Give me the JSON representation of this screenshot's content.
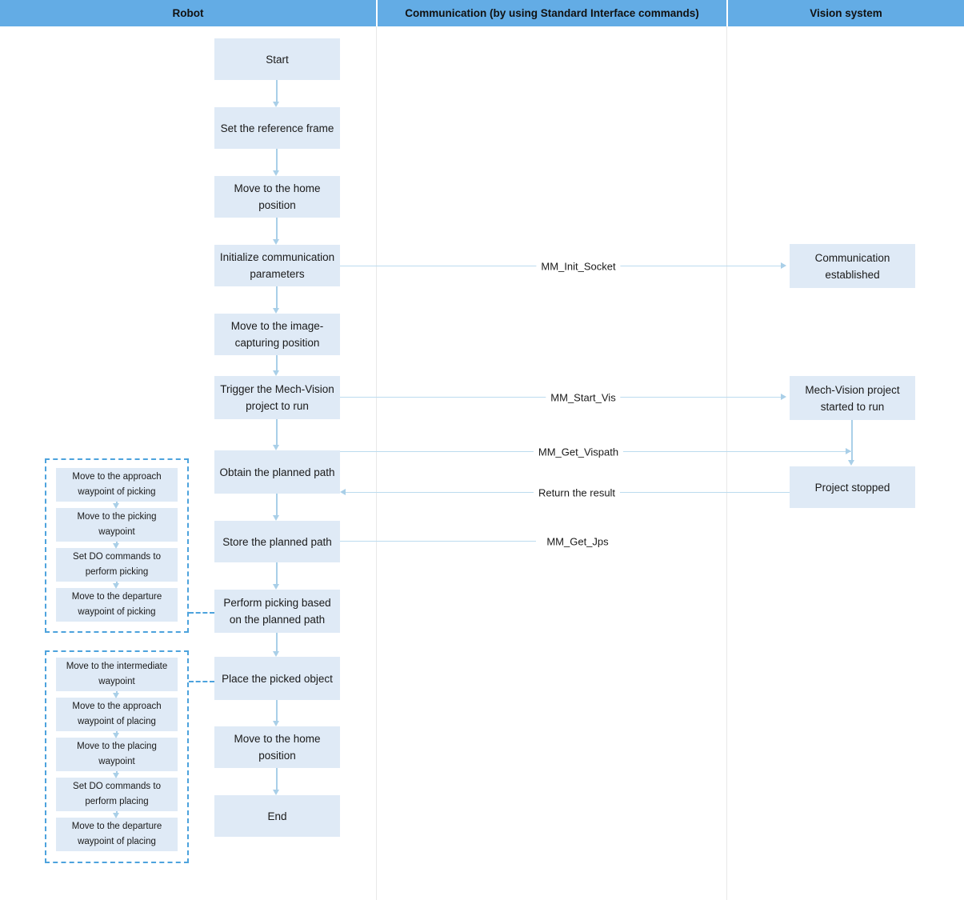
{
  "lanes": [
    {
      "id": "robot",
      "title": "Robot"
    },
    {
      "id": "communication",
      "title": "Communication (by using Standard Interface commands)"
    },
    {
      "id": "vision",
      "title": "Vision system"
    }
  ],
  "colors": {
    "header_band": "#63ace5",
    "process_box": "#dfeaf6",
    "arrow": "#a9cfe8",
    "dashed_border": "#4da3dd",
    "lane_divider": "#e8e8e8",
    "text": "#1a1a1a"
  },
  "robot_steps": [
    {
      "id": "start",
      "label": "Start"
    },
    {
      "id": "set-ref-frame",
      "label": "Set the reference frame"
    },
    {
      "id": "home-1",
      "label": "Move to the home position"
    },
    {
      "id": "init-comm",
      "label": "Initialize communication parameters"
    },
    {
      "id": "image-pos",
      "label": "Move to the image-capturing position"
    },
    {
      "id": "trigger-vis",
      "label": "Trigger the Mech-Vision project to run"
    },
    {
      "id": "obtain-path",
      "label": "Obtain the planned path"
    },
    {
      "id": "store-path",
      "label": "Store the planned path"
    },
    {
      "id": "perform-pick",
      "label": "Perform picking based on the planned path"
    },
    {
      "id": "place-object",
      "label": "Place the picked object"
    },
    {
      "id": "home-2",
      "label": "Move to the home position"
    },
    {
      "id": "end",
      "label": "End"
    }
  ],
  "vision_steps": [
    {
      "id": "comm-established",
      "label": "Communication established"
    },
    {
      "id": "vision-started",
      "label": "Mech-Vision project started to run"
    },
    {
      "id": "project-stopped",
      "label": "Project stopped"
    }
  ],
  "messages": [
    {
      "id": "mm-init-socket",
      "label": "MM_Init_Socket",
      "direction": "robot-to-vision"
    },
    {
      "id": "mm-start-vis",
      "label": "MM_Start_Vis",
      "direction": "robot-to-vision"
    },
    {
      "id": "mm-get-vispath",
      "label": "MM_Get_Vispath",
      "direction": "robot-to-vision"
    },
    {
      "id": "return-result",
      "label": "Return the result",
      "direction": "vision-to-robot"
    },
    {
      "id": "mm-get-jps",
      "label": "MM_Get_Jps",
      "direction": "robot-outgoing"
    }
  ],
  "picking_group": {
    "id": "picking-detail-group",
    "steps": [
      {
        "id": "pick-approach",
        "label": "Move to the approach waypoint of picking"
      },
      {
        "id": "pick-waypoint",
        "label": "Move to the picking waypoint"
      },
      {
        "id": "pick-do",
        "label": "Set DO commands to perform picking"
      },
      {
        "id": "pick-departure",
        "label": "Move to the departure waypoint of picking"
      }
    ]
  },
  "placing_group": {
    "id": "placing-detail-group",
    "steps": [
      {
        "id": "place-intermediate",
        "label": "Move to the intermediate waypoint"
      },
      {
        "id": "place-approach",
        "label": "Move to the approach waypoint of placing"
      },
      {
        "id": "place-waypoint",
        "label": "Move to the placing waypoint"
      },
      {
        "id": "place-do",
        "label": "Set DO commands to perform placing"
      },
      {
        "id": "place-departure",
        "label": "Move to the departure waypoint of placing"
      }
    ]
  }
}
